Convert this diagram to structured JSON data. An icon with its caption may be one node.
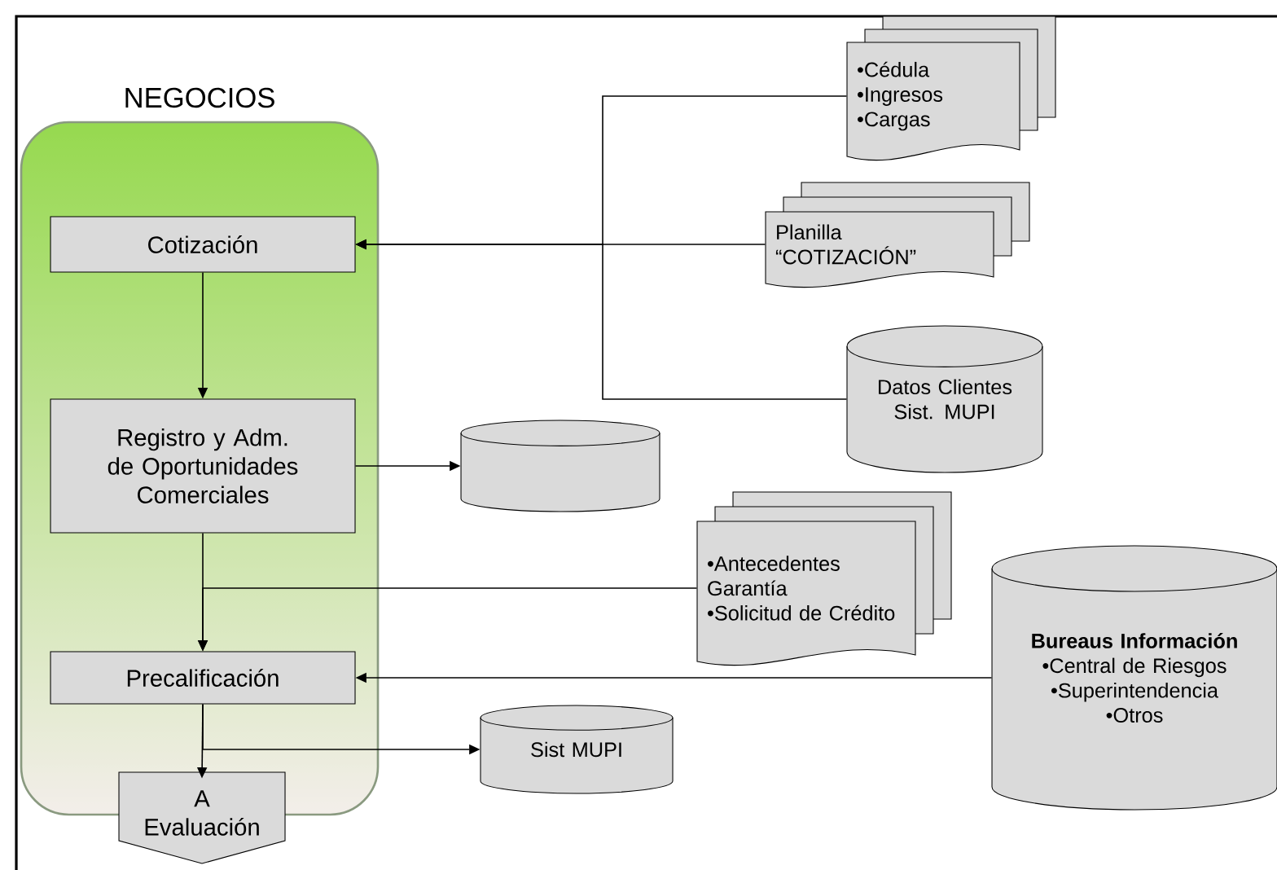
{
  "diagram": {
    "nodes": [
      {
        "text": [
          "NEGOCIOS"
        ]
      },
      {
        "text": [
          "Cotización"
        ],
        "in": 0
      },
      {
        "text": [
          "Registro y Adm. de Oportunidades Comerciales"
        ],
        "in": 0
      },
      {
        "text": [
          "Precalificación"
        ],
        "in": 0
      },
      {
        "text": [
          "A Evaluación"
        ]
      },
      {
        "text": [
          "•Cédula",
          "•Ingresos",
          "•Cargas"
        ]
      },
      {
        "text": [
          "Planilla “COTIZACIÓN”"
        ]
      },
      {
        "text": [
          "Datos Clientes Sist. MUPI"
        ]
      },
      {
        "text": [],
        "shape": "cylinder"
      },
      {
        "text": [
          "•Antecedentes Garantía",
          "•Solicitud de Crédito"
        ]
      },
      {
        "text": [
          "Bureaus Información",
          "•Central de Riesgos",
          "•Superintendencia",
          "•Otros"
        ]
      },
      {
        "text": [
          "Sist MUPI"
        ]
      }
    ],
    "edges": [
      {
        "from": 5,
        "to": 1,
        "arrow": "to"
      },
      {
        "from": 6,
        "to": 1,
        "arrow": "to"
      },
      {
        "from": 7,
        "to": 1,
        "arrow": "to"
      },
      {
        "from": 1,
        "to": 2,
        "arrow": "to"
      },
      {
        "from": 2,
        "to": 8,
        "arrow": "to"
      },
      {
        "from": 2,
        "to": 3,
        "arrow": "to"
      },
      {
        "from": 9,
        "to": 3,
        "arrow": "to"
      },
      {
        "from": 10,
        "to": 3,
        "arrow": "to"
      },
      {
        "from": 3,
        "to": 4,
        "arrow": "to"
      },
      {
        "from": 3,
        "to": 11,
        "arrow": "to"
      }
    ]
  }
}
